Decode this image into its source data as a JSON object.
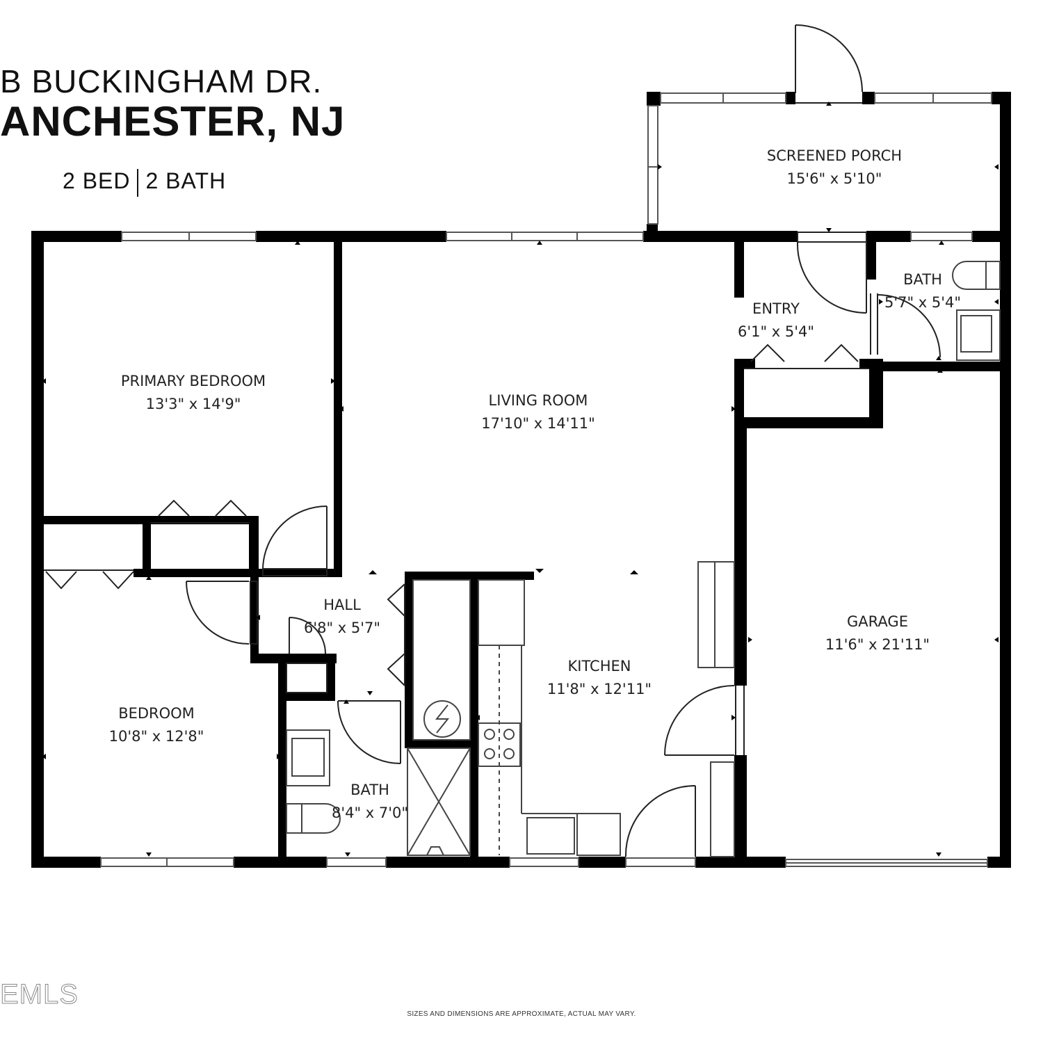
{
  "header": {
    "address": "B BUCKINGHAM DR.",
    "city": "ANCHESTER, NJ",
    "beds": "2 BED",
    "baths": "2 BATH"
  },
  "rooms": {
    "screened_porch": {
      "name": "SCREENED PORCH",
      "size": "15'6\" x 5'10\""
    },
    "primary_bedroom": {
      "name": "PRIMARY BEDROOM",
      "size": "13'3\" x 14'9\""
    },
    "living_room": {
      "name": "LIVING ROOM",
      "size": "17'10\" x 14'11\""
    },
    "entry": {
      "name": "ENTRY",
      "size": "6'1\" x 5'4\""
    },
    "bath_upper": {
      "name": "BATH",
      "size": "5'7\" x 5'4\""
    },
    "hall": {
      "name": "HALL",
      "size": "6'8\" x 5'7\""
    },
    "kitchen": {
      "name": "KITCHEN",
      "size": "11'8\" x 12'11\""
    },
    "garage": {
      "name": "GARAGE",
      "size": "11'6\" x 21'11\""
    },
    "bedroom": {
      "name": "BEDROOM",
      "size": "10'8\" x 12'8\""
    },
    "bath_lower": {
      "name": "BATH",
      "size": "8'4\" x 7'0\""
    }
  },
  "footer": {
    "disclaimer": "SIZES AND DIMENSIONS ARE APPROXIMATE, ACTUAL MAY VARY.",
    "watermark": "EMLS"
  },
  "colors": {
    "wall": "#000000",
    "fixture_line": "#444444",
    "text": "#222222"
  }
}
